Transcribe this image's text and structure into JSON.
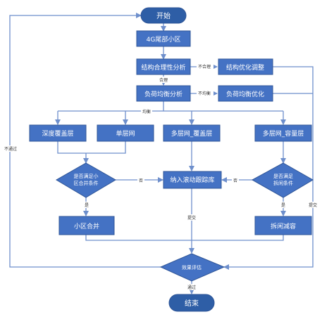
{
  "nodes": {
    "start": "开始",
    "cell": "4G尾部小区",
    "rationality": "结构合理性分析",
    "optimize": "结构优化调整",
    "balance": "负荷均衡分析",
    "balance_opt": "负荷均衡优化",
    "deep": "深度覆盖层",
    "single": "单层网",
    "multi_cov": "多层网_覆盖层",
    "multi_cap": "多层网_容量层",
    "merge_cond_1": "是否满足小",
    "merge_cond_2": "区合并条件",
    "track": "纳入滚动跟踪库",
    "split_cond_1": "是否满足",
    "split_cond_2": "拆闲条件",
    "merge": "小区合并",
    "split": "拆闲减容",
    "eval": "效果评估",
    "end": "结束"
  },
  "edge_labels": {
    "unreasonable": "不合理",
    "reasonable": "合理",
    "unbalanced": "不均衡",
    "balanced": "均衡",
    "no_left": "否",
    "no_right": "否",
    "yes_left": "是",
    "yes_right": "是",
    "submit_mid": "提交",
    "submit_right": "提交",
    "fail": "不通过",
    "pass": "通过"
  },
  "colors": {
    "box_fill": "#4472c4",
    "box_stroke": "#2f5597",
    "terminal_fill": "#2e5ea6",
    "arrow": "#6e8fcc",
    "text": "#ffffff",
    "edge_text": "#333333"
  }
}
